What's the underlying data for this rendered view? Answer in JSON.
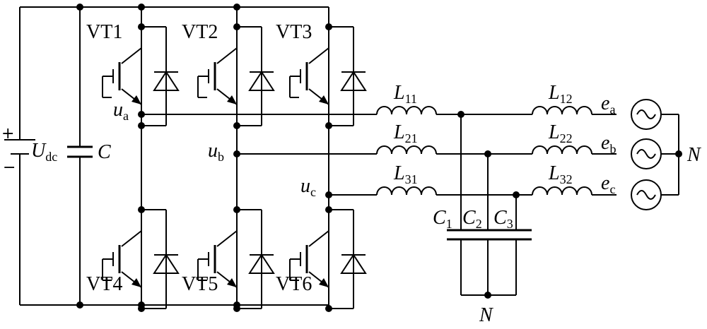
{
  "dc_source": {
    "label": "U",
    "sub": "dc",
    "plus": "+",
    "minus": "−"
  },
  "capacitor": {
    "label": "C"
  },
  "switches": {
    "vt1": "VT1",
    "vt2": "VT2",
    "vt3": "VT3",
    "vt4": "VT4",
    "vt5": "VT5",
    "vt6": "VT6"
  },
  "phase_voltages": {
    "ua": {
      "main": "u",
      "sub": "a"
    },
    "ub": {
      "main": "u",
      "sub": "b"
    },
    "uc": {
      "main": "u",
      "sub": "c"
    }
  },
  "inductors": {
    "l11": {
      "main": "L",
      "sub": "11"
    },
    "l21": {
      "main": "L",
      "sub": "21"
    },
    "l31": {
      "main": "L",
      "sub": "31"
    },
    "l12": {
      "main": "L",
      "sub": "12"
    },
    "l22": {
      "main": "L",
      "sub": "22"
    },
    "l32": {
      "main": "L",
      "sub": "32"
    }
  },
  "filter_caps": {
    "c1": {
      "main": "C",
      "sub": "1"
    },
    "c2": {
      "main": "C",
      "sub": "2"
    },
    "c3": {
      "main": "C",
      "sub": "3"
    }
  },
  "grid_sources": {
    "ea": {
      "main": "e",
      "sub": "a"
    },
    "eb": {
      "main": "e",
      "sub": "b"
    },
    "ec": {
      "main": "e",
      "sub": "c"
    }
  },
  "neutral_grid": "N",
  "neutral_filter": "N"
}
